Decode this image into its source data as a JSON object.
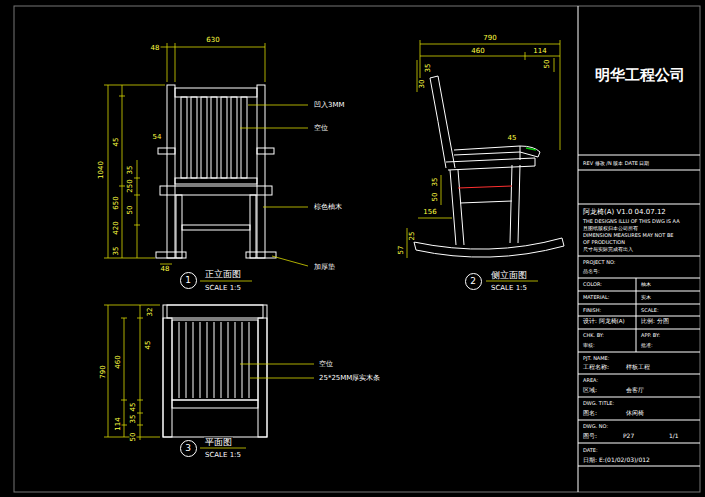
{
  "diagram": {
    "title": "明华工程公司",
    "nodes": [
      {
        "text": [
          "1"
        ]
      },
      {
        "text": [
          "2"
        ]
      },
      {
        "text": [
          "3"
        ]
      }
    ],
    "labels": [
      "630",
      "48",
      "1040",
      "45",
      "650",
      "54",
      "35",
      "250",
      "50",
      "420",
      "35",
      "48",
      "凹入3MM",
      "空位",
      "棕色柚木",
      "加厚垫",
      "正立面图",
      "SCALE 1:5",
      "790",
      "460",
      "114",
      "35",
      "50",
      "30",
      "45",
      "35",
      "50",
      "156",
      "25",
      "57",
      "侧立面图",
      "SCALE 1:5",
      "32",
      "45",
      "790",
      "460",
      "45",
      "35",
      "114",
      "50",
      "空位",
      "25*25MM厚实木条",
      "平面图",
      "SCALE 1:5",
      "REV 修改 /N 版本 DATE 日期",
      "阿龙椅(A) V1.0 04.07.12",
      "THE DESIGNS ILLU OF THIS DWG IS AA",
      "且图纸版权归本公司所有",
      "DIMENSION MEASURES MAY NOT BE",
      "OF PRODUCTION",
      "尺寸与实际完成有出入",
      "PROJECT NO:",
      "品名号:",
      "COLOR:",
      "柚木",
      "MATERIAL:",
      "实木",
      "FINISH:",
      "SCALE:",
      "设计: 阿龙椅(A)",
      "比例: 分图",
      "CHK. BY:",
      "APP. BY:",
      "审核:",
      "批准:",
      "PJT. NAME:",
      "工程名称:",
      "样板工程",
      "AREA:",
      "区域:",
      "会客厅",
      "DWG. TITLE:",
      "图名:",
      "休闲椅",
      "DWG. NO:",
      "图号:",
      "P27",
      "1/1",
      "DATE:",
      "日期: E:(01/02/03)/012"
    ]
  }
}
